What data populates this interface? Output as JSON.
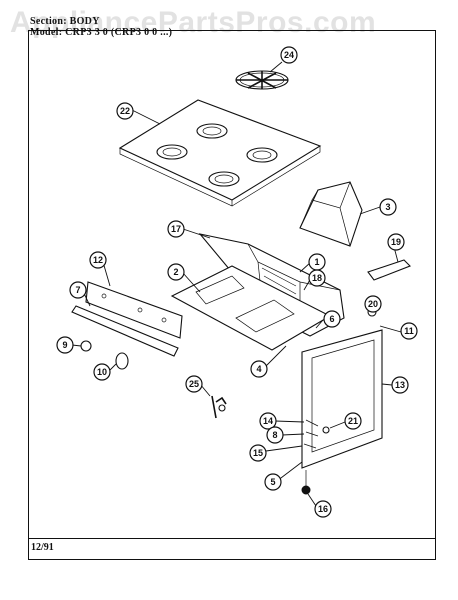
{
  "header": {
    "section": "Section: BODY",
    "model": "Model: CRP3 3 0 (CRP3 0 0 ...)"
  },
  "watermark": "AppliancePartsPros.com",
  "footer": {
    "date": "12/91"
  },
  "callouts": [
    {
      "id": "24",
      "name": "callout-24"
    },
    {
      "id": "22",
      "name": "callout-22"
    },
    {
      "id": "3",
      "name": "callout-3"
    },
    {
      "id": "17",
      "name": "callout-17"
    },
    {
      "id": "19",
      "name": "callout-19"
    },
    {
      "id": "1",
      "name": "callout-1"
    },
    {
      "id": "12",
      "name": "callout-12"
    },
    {
      "id": "2",
      "name": "callout-2"
    },
    {
      "id": "18",
      "name": "callout-18"
    },
    {
      "id": "20",
      "name": "callout-20"
    },
    {
      "id": "7",
      "name": "callout-7"
    },
    {
      "id": "6",
      "name": "callout-6"
    },
    {
      "id": "11",
      "name": "callout-11"
    },
    {
      "id": "9",
      "name": "callout-9"
    },
    {
      "id": "4",
      "name": "callout-4"
    },
    {
      "id": "10",
      "name": "callout-10"
    },
    {
      "id": "13",
      "name": "callout-13"
    },
    {
      "id": "25",
      "name": "callout-25"
    },
    {
      "id": "14",
      "name": "callout-14"
    },
    {
      "id": "8",
      "name": "callout-8"
    },
    {
      "id": "21",
      "name": "callout-21"
    },
    {
      "id": "15",
      "name": "callout-15"
    },
    {
      "id": "5",
      "name": "callout-5"
    },
    {
      "id": "16",
      "name": "callout-16"
    }
  ]
}
